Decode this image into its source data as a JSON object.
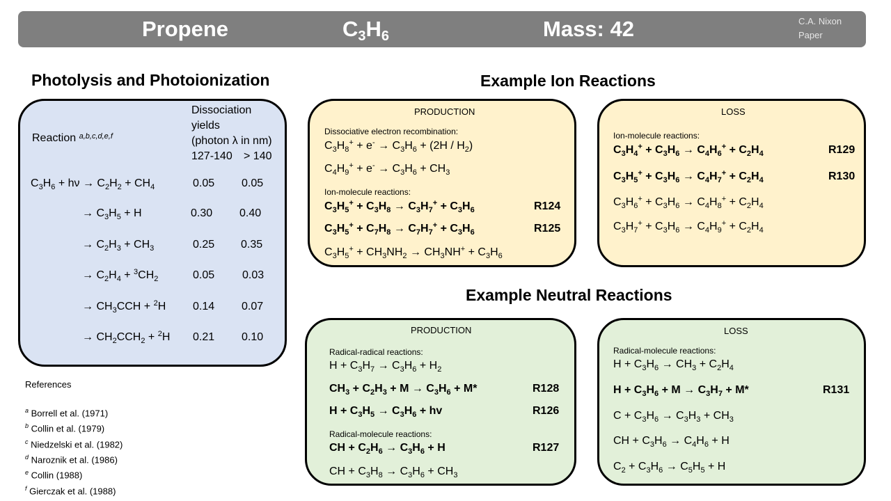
{
  "banner": {
    "name": "Propene",
    "formula": "C3H6",
    "mass": "Mass: 42",
    "author": "C.A. Nixon",
    "author_sub": "Paper"
  },
  "photolysis": {
    "heading": "Photolysis and Photoionization",
    "col_reaction": "Reaction",
    "col_reaction_refs": "a,b,c,d,e,f",
    "col_yields": [
      "Dissociation",
      "yields",
      "(photon λ in nm)"
    ],
    "col_range1": "127-140",
    "col_range2": "> 140",
    "rows": [
      {
        "reaction": "C3H6 + hν → C2H2 + CH4",
        "y1": "0.05",
        "y2": "0.05"
      },
      {
        "reaction": "→ C3H5 + H",
        "y1": "0.30",
        "y2": "0.40"
      },
      {
        "reaction": "→ C2H3 + CH3",
        "y1": "0.25",
        "y2": "0.35"
      },
      {
        "reaction": "→ C2H4 + 3CH2",
        "y1": "0.05",
        "y2": "0.03"
      },
      {
        "reaction": "→ CH3CCH + 2H",
        "y1": "0.14",
        "y2": "0.07"
      },
      {
        "reaction": "→ CH2CCH2 + 2H",
        "y1": "0.21",
        "y2": "0.10"
      }
    ]
  },
  "references": {
    "title": "References",
    "items": [
      {
        "mark": "a",
        "text": "Borrell et al. (1971)"
      },
      {
        "mark": "b",
        "text": "Collin et al. (1979)"
      },
      {
        "mark": "c",
        "text": "Niedzelski et al. (1982)"
      },
      {
        "mark": "d",
        "text": "Naroznik et al. (1986)"
      },
      {
        "mark": "e",
        "text": "Collin (1988)"
      },
      {
        "mark": "f",
        "text": "Gierczak et al. (1988)"
      }
    ]
  },
  "ion": {
    "heading": "Example Ion Reactions",
    "production": {
      "title": "PRODUCTION",
      "label1": "Dissociative electron recombination:",
      "r1": "C3H8+ + e- → C3H6 + (2H / H2)",
      "r2": "C4H9+ + e- → C3H6 + CH3",
      "label2": "Ion-molecule reactions:",
      "r3": "C3H5+ + C3H8 → C3H7+ + C3H6",
      "r3_id": "R124",
      "r4": "C3H5+ + C7H8 → C7H7+ + C3H6",
      "r4_id": "R125",
      "r5": "C3H5+ + CH3NH2 → CH3NH+ + C3H6"
    },
    "loss": {
      "title": "LOSS",
      "label1": "Ion-molecule reactions:",
      "r1": "C3H4+ + C3H6 → C4H6+ + C2H4",
      "r1_id": "R129",
      "r2": "C3H5+ + C3H6 → C4H7+ + C2H4",
      "r2_id": "R130",
      "r3": "C3H6+ + C3H6 → C4H8+ + C2H4",
      "r4": "C3H7+ + C3H6 → C4H9+ + C2H4"
    }
  },
  "neutral": {
    "heading": "Example Neutral Reactions",
    "production": {
      "title": "PRODUCTION",
      "label1": "Radical-radical reactions:",
      "r1": "H + C3H7 → C3H6 + H2",
      "r2": "CH3 + C2H3 + M → C3H6 + M*",
      "r2_id": "R128",
      "r3": "H + C3H5 → C3H6 + hv",
      "r3_id": "R126",
      "label2": "Radical-molecule reactions:",
      "r4": "CH + C2H6 → C3H6 + H",
      "r4_id": "R127",
      "r5": "CH + C3H8 → C3H6 + CH3"
    },
    "loss": {
      "title": "LOSS",
      "label1": "Radical-molecule reactions:",
      "r1": "H + C3H6 → CH3 + C2H4",
      "r2": "H + C3H6 + M → C3H7 + M*",
      "r2_id": "R131",
      "r3": "C + C3H6 → C3H3 + CH3",
      "r4": "CH + C3H6 → C4H6 + H",
      "r5": "C2 + C3H6 → C5H5 + H"
    }
  }
}
